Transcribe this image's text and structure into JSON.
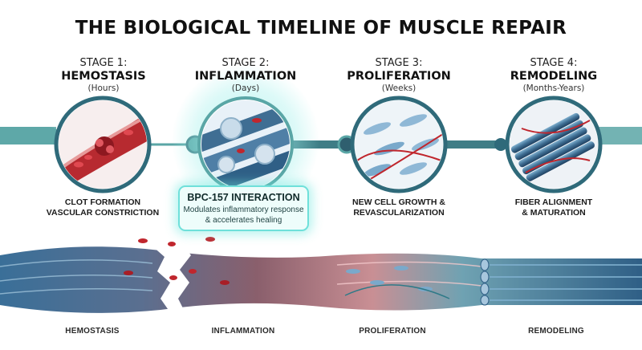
{
  "title": "THE BIOLOGICAL TIMELINE OF MUSCLE REPAIR",
  "stages": [
    {
      "number": "STAGE 1:",
      "name": "HEMOSTASIS",
      "duration": "(Hours)",
      "caption_line1": "CLOT FORMATION",
      "caption_line2": "VASCULAR CONSTRICTION",
      "bottom_label": "HEMOSTASIS"
    },
    {
      "number": "STAGE 2:",
      "name": "INFLAMMATION",
      "duration": "(Days)",
      "caption_line1": "",
      "caption_line2": "",
      "bottom_label": "INFLAMMATION"
    },
    {
      "number": "STAGE 3:",
      "name": "PROLIFERATION",
      "duration": "(Weeks)",
      "caption_line1": "NEW CELL GROWTH &",
      "caption_line2": "REVASCULARIZATION",
      "bottom_label": "PROLIFERATION"
    },
    {
      "number": "STAGE 4:",
      "name": "REMODELING",
      "duration": "(Months-Years)",
      "caption_line1": "FIBER ALIGNMENT",
      "caption_line2": "& MATURATION",
      "bottom_label": "REMODELING"
    }
  ],
  "callout": {
    "title": "BPC-157 INTERACTION",
    "line1": "Modulates inflammatory response",
    "line2": "& accelerates healing"
  },
  "colors": {
    "timeline": "#5aa6a6",
    "highlight": "#6fe0da",
    "muscle_blue": "#3f6e93",
    "blood_red": "#c0262d",
    "tissue_pink": "#d99aa0"
  },
  "icons": [
    "blood-vessel-clot-icon",
    "immune-cells-icon",
    "cell-growth-icon",
    "fiber-bundle-icon"
  ]
}
